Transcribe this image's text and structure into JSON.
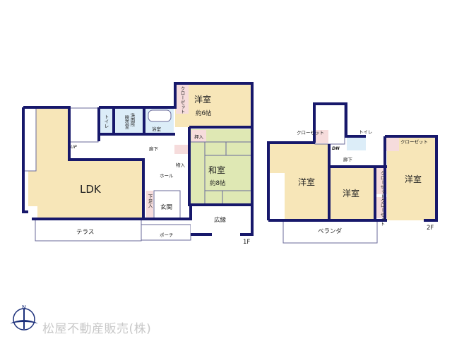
{
  "floor1": {
    "label": "1F",
    "rooms": {
      "western_room": "洋室",
      "western_room_size": "約6帖",
      "closet": "クローゼット",
      "japanese_room": "和室",
      "japanese_room_size": "約8帖",
      "oshiire": "押入",
      "storage": "物入",
      "ldk": "LDK",
      "corridor": "廊下",
      "hall": "ホール",
      "entrance": "玄関",
      "shoe_storage": "下足入",
      "engawa": "広縁",
      "terrace": "テラス",
      "porch": "ポーチ",
      "bathroom": "浴室",
      "washroom": "洗面所",
      "dressing_room": "脱衣室",
      "toilet": "トイレ",
      "stairs_up": "UP"
    }
  },
  "floor2": {
    "label": "2F",
    "rooms": {
      "western_room_left": "洋室",
      "western_room_middle": "洋室",
      "western_room_right": "洋室",
      "closet_left": "クローゼット",
      "closet_right": "クローゼット",
      "closet_middle_upper": "クローゼット",
      "closet_middle_lower": "クローゼット",
      "toilet": "トイレ",
      "corridor": "廊下",
      "stairs_down": "DN",
      "veranda": "ベランダ"
    }
  },
  "compass": {
    "label": "N"
  },
  "company": "松屋不動産販売(株)",
  "colors": {
    "wall": "#17186b",
    "floor_wood": "#f7e6b8",
    "tatami": "#dfe8b4",
    "closet": "#f6dcdc",
    "wet_area": "#dcedf8"
  }
}
